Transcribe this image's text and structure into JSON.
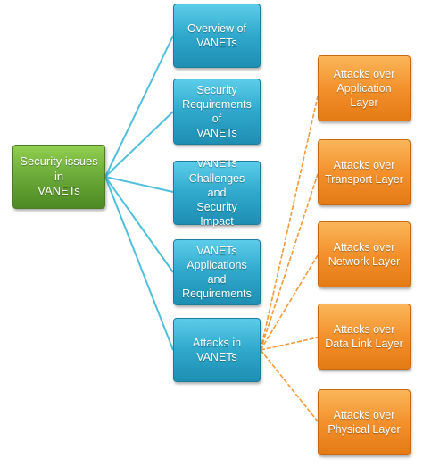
{
  "colors": {
    "root": "#6aa938",
    "topic": "#2fa8cc",
    "attack": "#f3912d",
    "topic_line": "#4fbfdc",
    "attack_line": "#f39a3a"
  },
  "root": {
    "label": "Security issues in\nVANETs"
  },
  "topics": [
    {
      "label": "Overview of\nVANETs"
    },
    {
      "label": "Security\nRequirements of\nVANETs"
    },
    {
      "label": "VANETs\nChallenges and\nSecurity Impact"
    },
    {
      "label": "VANETs\nApplications and\nRequirements"
    },
    {
      "label": "Attacks in\nVANETs"
    }
  ],
  "attacks": [
    {
      "label": "Attacks over\nApplication Layer"
    },
    {
      "label": "Attacks over\nTransport Layer"
    },
    {
      "label": "Attacks over\nNetwork Layer"
    },
    {
      "label": "Attacks over\nData Link Layer"
    },
    {
      "label": "Attacks over\nPhysical Layer"
    }
  ]
}
